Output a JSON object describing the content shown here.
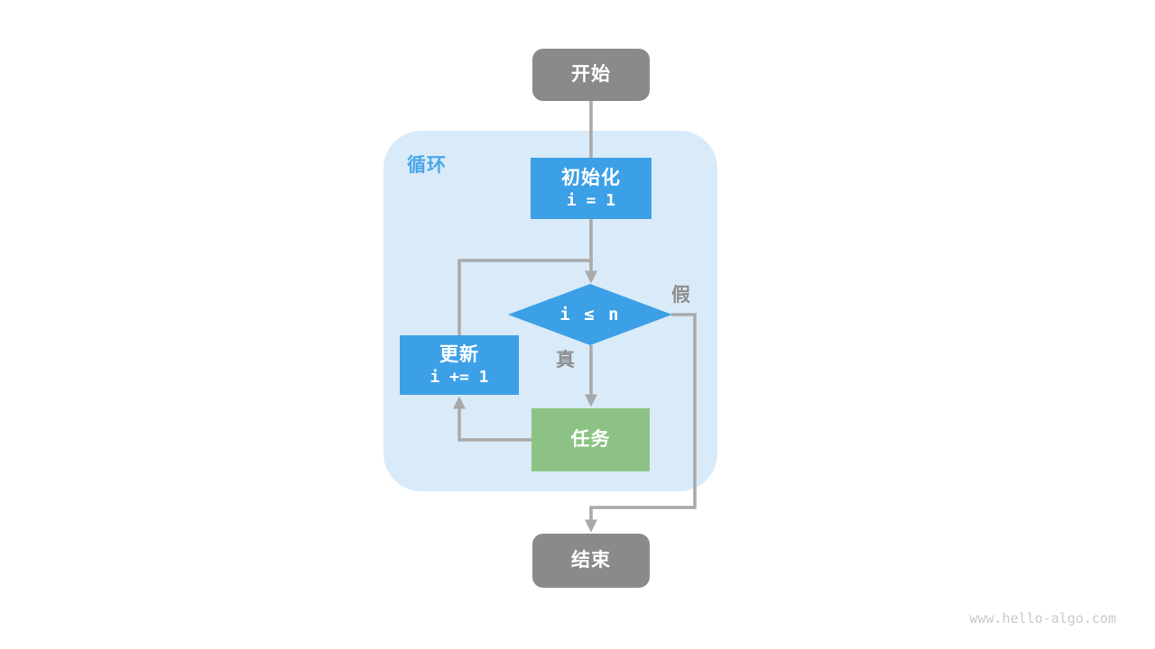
{
  "watermark": "www.hello-algo.com",
  "colors": {
    "node_blue": "#3ca0e6",
    "node_green": "#8cc384",
    "node_gray": "#8a8a8a",
    "loop_container_fill": "#d9eaf8",
    "loop_label_text": "#4aa7e8",
    "edge_stroke": "#a9a9a9",
    "edge_label_text": "#8f8f8f",
    "watermark_text": "#c9c9c9"
  },
  "flowchart": {
    "loop_label": "循环",
    "nodes": {
      "start": {
        "label": "开始"
      },
      "init": {
        "title": "初始化",
        "code": "i = 1"
      },
      "condition": {
        "code": "i ≤ n"
      },
      "update": {
        "title": "更新",
        "code": "i += 1"
      },
      "task": {
        "label": "任务"
      },
      "end": {
        "label": "结束"
      }
    },
    "edge_labels": {
      "true_branch": "真",
      "false_branch": "假"
    }
  }
}
